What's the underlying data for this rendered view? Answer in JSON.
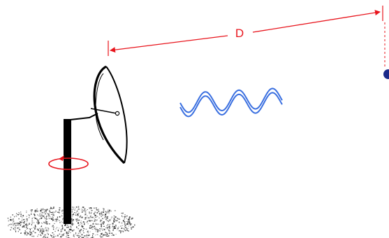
{
  "diagram": {
    "distance_label": "D",
    "elements": {
      "antenna": "parabolic-dish-antenna",
      "wave": "radio-wave",
      "target": "distant-object",
      "rotation": "rotation-arrow"
    },
    "colors": {
      "dimension": "#e8141c",
      "wave": "#3a6fe0",
      "target": "#1b2a8a",
      "dish": "#000000",
      "ground": "#5a5a5a"
    }
  }
}
